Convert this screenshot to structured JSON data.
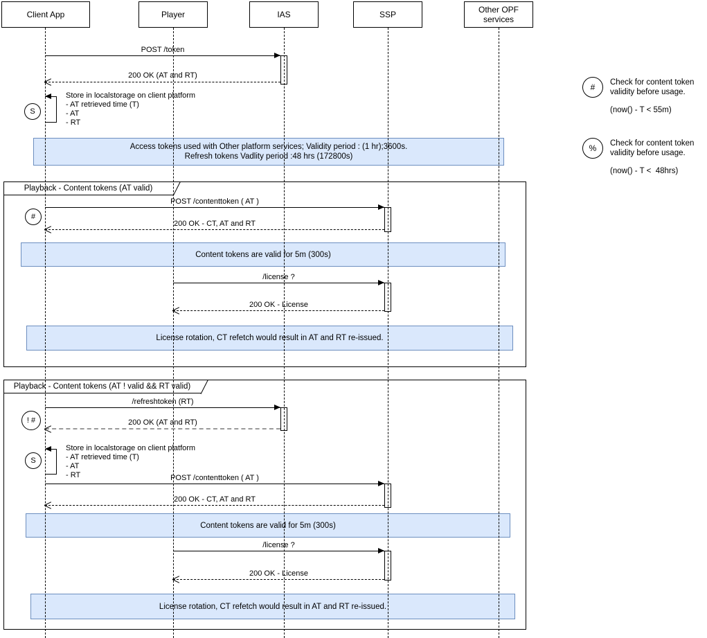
{
  "colors": {
    "note_fill": "#dae8fc",
    "note_border": "#6c8ebf",
    "line": "#000000",
    "gray_return": "#999999"
  },
  "actors": [
    {
      "label": "Client App"
    },
    {
      "label": "Player"
    },
    {
      "label": "IAS"
    },
    {
      "label": "SSP"
    },
    {
      "label": "Other OPF services"
    }
  ],
  "sequence": {
    "post_token": "POST /token",
    "ok_at_rt": "200 OK (AT and RT)",
    "store": {
      "marker": "S",
      "title": "Store in localstorage on client platform",
      "items": [
        "- AT retrieved time (T)",
        "- AT",
        "- RT"
      ]
    },
    "note_access_line1": "Access tokens used with Other platform services; Validity period : (1 hr);3600s.",
    "note_access_line2": "Refresh tokens Vadlity period :48 hrs (172800s)"
  },
  "frame1": {
    "title": "Playback - Content tokens (AT valid)",
    "marker": "#",
    "post_contenttoken": "POST /contenttoken ( AT )",
    "ok_ct": "200 OK - CT, AT and RT",
    "note_ct": "Content tokens are valid for 5m (300s)",
    "license_req": "/license ?",
    "license_resp": "200 OK - License",
    "note_license": "License rotation, CT refetch would result in AT and RT re-issued."
  },
  "frame2": {
    "title": "Playback - Content tokens (AT ! valid && RT valid)",
    "marker": "! #",
    "refresh_token": "/refreshtoken (RT)",
    "ok_at_rt": "200 OK (AT and RT)",
    "store": {
      "marker": "S",
      "title": "Store in localstorage on client platform",
      "items": [
        "- AT retrieved time (T)",
        "- AT",
        "- RT"
      ]
    },
    "post_contenttoken": "POST /contenttoken ( AT )",
    "ok_ct": "200 OK - CT, AT and RT",
    "note_ct": "Content tokens are valid for 5m (300s)",
    "license_req": "/license ?",
    "license_resp": "200 OK - License",
    "note_license": "License rotation, CT refetch would result in AT and RT re-issued."
  },
  "legend": [
    {
      "symbol": "#",
      "text": "Check for content token validity before usage.",
      "formula": "(now() - T < 55m)"
    },
    {
      "symbol": "%",
      "text": "Check for content token validity before usage.",
      "formula": "(now() - T <  48hrs)"
    }
  ]
}
